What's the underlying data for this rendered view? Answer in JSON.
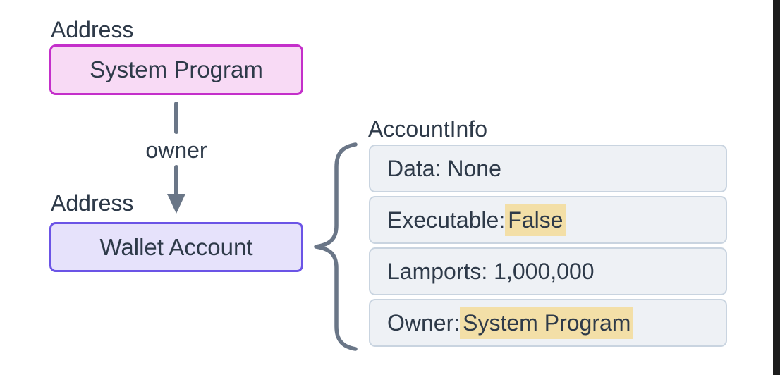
{
  "diagram": {
    "left_column": {
      "address_label_top": "Address",
      "system_program_node": "System Program",
      "owner_edge_label": "owner",
      "address_label_bottom": "Address",
      "wallet_account_node": "Wallet Account"
    },
    "accountinfo": {
      "title": "AccountInfo",
      "rows": [
        {
          "text": "Data: None"
        },
        {
          "label": "Executable:",
          "highlight": "False"
        },
        {
          "text": "Lamports: 1,000,000"
        },
        {
          "label": "Owner:",
          "highlight": "System Program"
        }
      ]
    },
    "icons": [
      "down-arrow-icon",
      "curly-brace-icon"
    ],
    "colors": {
      "text": "#2e3a49",
      "connector_gray": "#6a7687",
      "system_program_bg": "#f8daf5",
      "system_program_border": "#c42fca",
      "wallet_account_bg": "#e6e2fb",
      "wallet_account_border": "#6b54e6",
      "row_bg": "#eef1f5",
      "row_border": "#c9d4e0",
      "highlight_bg": "#f3dfa7",
      "right_edge_strip": "#1d1d1d"
    }
  }
}
